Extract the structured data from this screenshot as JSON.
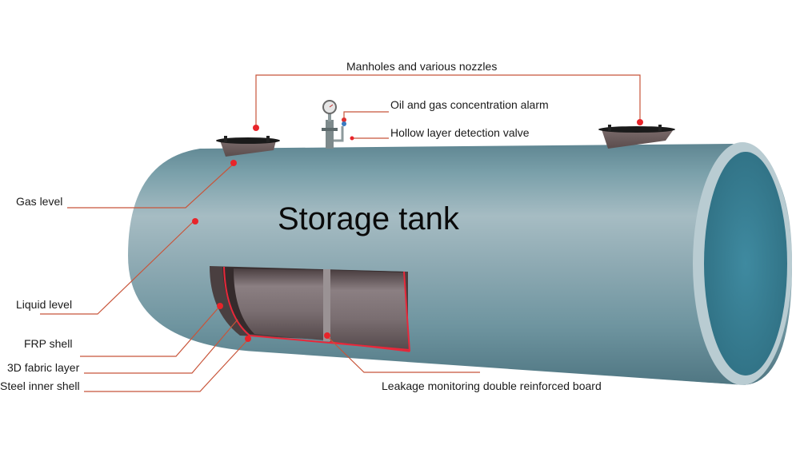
{
  "diagram": {
    "title": "Storage tank",
    "colors": {
      "tank_body": "#6e96a2",
      "tank_highlight": "#9fb8c0",
      "tank_inner": "#3f7f92",
      "cutaway_panel": "#7a6e70",
      "cutaway_frame": "#5a4e50",
      "leader_line": "#c8553a",
      "marker_dot": "#e8242a"
    },
    "labels": {
      "manholes": "Manholes and various nozzles",
      "alarm": "Oil and gas concentration alarm",
      "valve": "Hollow layer detection valve",
      "gas_level": "Gas level",
      "liquid_level": "Liquid level",
      "frp_shell": "FRP shell",
      "fabric_layer": "3D fabric layer",
      "steel_shell": "Steel inner shell",
      "leakage_board": "Leakage monitoring double reinforced board"
    },
    "components": [
      {
        "id": "manhole-left",
        "type": "manhole"
      },
      {
        "id": "manhole-right",
        "type": "manhole"
      },
      {
        "id": "pressure-gauge",
        "type": "gauge"
      },
      {
        "id": "cutaway",
        "type": "section-view"
      }
    ]
  }
}
